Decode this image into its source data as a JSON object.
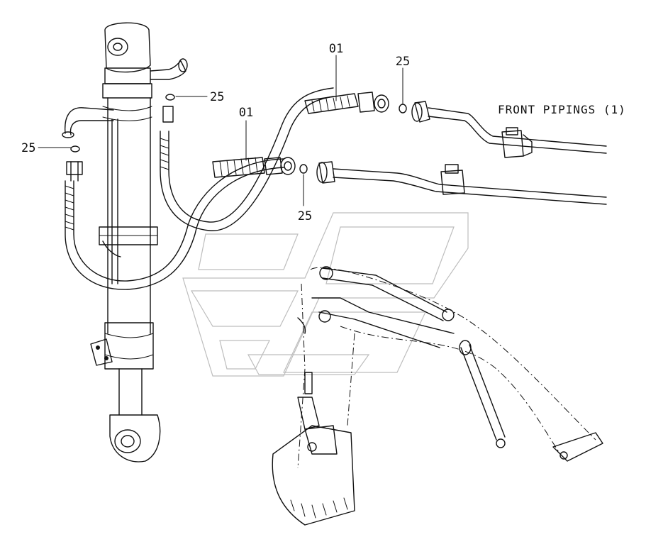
{
  "diagram": {
    "title": "FRONT PIPINGS (1)",
    "callouts": [
      {
        "id": "hose-upper",
        "label": "01"
      },
      {
        "id": "hose-lower",
        "label": "01"
      },
      {
        "id": "oring-top-right",
        "label": "25"
      },
      {
        "id": "oring-upper-left",
        "label": "25"
      },
      {
        "id": "oring-left",
        "label": "25"
      },
      {
        "id": "oring-middle",
        "label": "25"
      }
    ]
  },
  "colors": {
    "line": "#111111",
    "watermark": "#bdbdbd",
    "background": "#ffffff"
  }
}
